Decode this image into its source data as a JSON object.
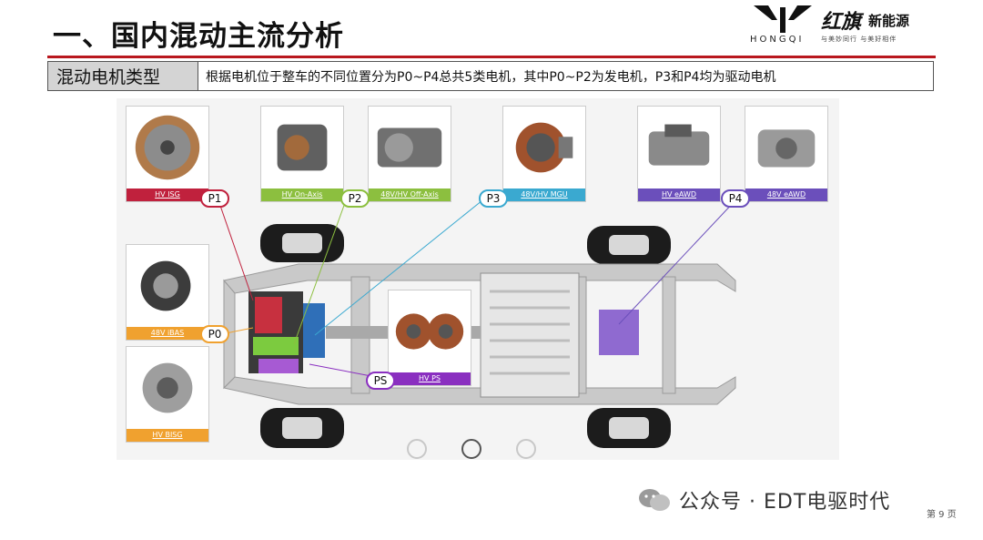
{
  "header": {
    "title": "一、国内混动主流分析",
    "logo_text_cn": "红旗",
    "logo_text_cn2": "新能源",
    "logo_text_en": "HONGQI",
    "logo_tagline": "与美妙同行 与美好相伴"
  },
  "info_row": {
    "label": "混动电机类型",
    "description": "根据电机位于整车的不同位置分为P0~P4总共5类电机，其中P0~P2为发电机，P3和P4均为驱动电机"
  },
  "figure": {
    "cards": [
      {
        "label": "HV ISG",
        "color": "#c0213d"
      },
      {
        "label": "HV On-Axis",
        "color": "#8cbf3f"
      },
      {
        "label": "48V/HV Off-Axis",
        "color": "#8cbf3f"
      },
      {
        "label": "48V/HV MGU",
        "color": "#3aa9d0"
      },
      {
        "label": "HV eAWD",
        "color": "#6b4fbb"
      },
      {
        "label": "48V eAWD",
        "color": "#6b4fbb"
      },
      {
        "label": "48V iBAS",
        "color": "#f0a12f"
      },
      {
        "label": "HV BISG",
        "color": "#f0a12f"
      },
      {
        "label": "HV PS",
        "color": "#8a2fc0"
      }
    ],
    "badges": [
      {
        "text": "P1",
        "color": "#c0213d"
      },
      {
        "text": "P2",
        "color": "#8cbf3f"
      },
      {
        "text": "P3",
        "color": "#3aa9d0"
      },
      {
        "text": "P4",
        "color": "#6b4fbb"
      },
      {
        "text": "P0",
        "color": "#f0a12f"
      },
      {
        "text": "PS",
        "color": "#8a2fc0"
      }
    ]
  },
  "watermark": {
    "text": "公众号 · EDT电驱时代",
    "icon": "wechat-icon"
  },
  "page_number": "第 9 页",
  "colors": {
    "accent_red": "#b9171e",
    "label_bg": "#d4d4d4"
  }
}
